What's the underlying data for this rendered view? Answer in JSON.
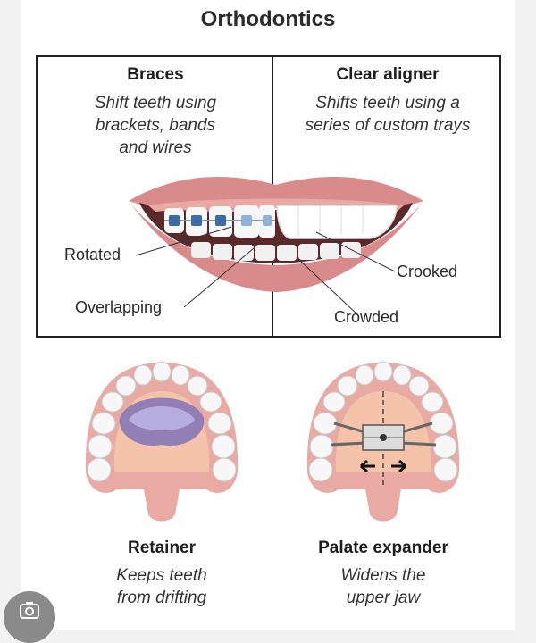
{
  "title": "Orthodontics",
  "braces": {
    "heading": "Braces",
    "description": "Shift teeth using\nbrackets, bands\nand wires",
    "labels": {
      "rotated": "Rotated",
      "overlapping": "Overlapping"
    }
  },
  "aligner": {
    "heading": "Clear aligner",
    "description": "Shifts teeth using a\nseries of custom trays",
    "labels": {
      "crooked": "Crooked",
      "crowded": "Crowded"
    }
  },
  "retainer": {
    "heading": "Retainer",
    "description": "Keeps teeth\nfrom drifting"
  },
  "expander": {
    "heading": "Palate expander",
    "description": "Widens the\nupper jaw"
  },
  "icons": {
    "lens": "image-search-icon"
  },
  "colors": {
    "lip": "#d98a8a",
    "gum": "#e9aaa4",
    "palate": "#f4c3a9",
    "tooth": "#f7f7f7",
    "bracket": "#3d6aa8",
    "retainer": "#7f73b8"
  }
}
